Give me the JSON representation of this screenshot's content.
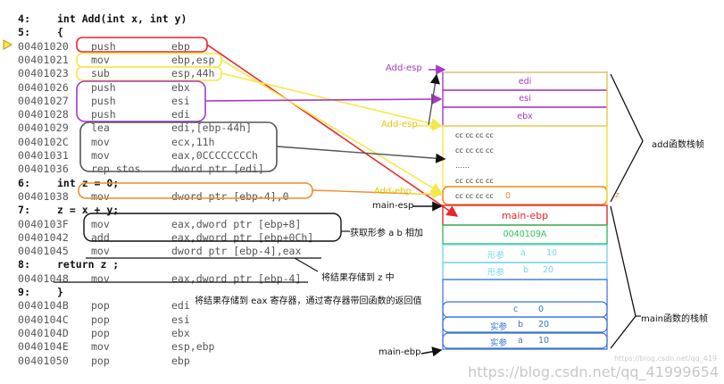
{
  "code": {
    "rows": [
      {
        "type": "src",
        "num": "4:",
        "text": "int Add(int x, int y)"
      },
      {
        "type": "src",
        "num": "5:",
        "text": "{"
      },
      {
        "type": "asm",
        "addr": "00401020",
        "mn": "push",
        "op": "ebp"
      },
      {
        "type": "asm",
        "addr": "00401021",
        "mn": "mov",
        "op": "ebp,esp"
      },
      {
        "type": "asm",
        "addr": "00401023",
        "mn": "sub",
        "op": "esp,44h"
      },
      {
        "type": "asm",
        "addr": "00401026",
        "mn": "push",
        "op": "ebx"
      },
      {
        "type": "asm",
        "addr": "00401027",
        "mn": "push",
        "op": "esi"
      },
      {
        "type": "asm",
        "addr": "00401028",
        "mn": "push",
        "op": "edi"
      },
      {
        "type": "asm",
        "addr": "00401029",
        "mn": "lea",
        "op": "edi,[ebp-44h]"
      },
      {
        "type": "asm",
        "addr": "0040102C",
        "mn": "mov",
        "op": "ecx,11h"
      },
      {
        "type": "asm",
        "addr": "00401031",
        "mn": "mov",
        "op": "eax,0CCCCCCCCh"
      },
      {
        "type": "asm",
        "addr": "00401036",
        "mn": "rep stos",
        "op": "dword ptr [edi]"
      },
      {
        "type": "src",
        "num": "6:",
        "text": "int z = 0;"
      },
      {
        "type": "asm",
        "addr": "00401038",
        "mn": "mov",
        "op": "dword ptr [ebp-4],0"
      },
      {
        "type": "src",
        "num": "7:",
        "text": "z = x + y;"
      },
      {
        "type": "asm",
        "addr": "0040103F",
        "mn": "mov",
        "op": "eax,dword ptr [ebp+8]"
      },
      {
        "type": "asm",
        "addr": "00401042",
        "mn": "add",
        "op": "eax,dword ptr [ebp+0Ch]"
      },
      {
        "type": "asm",
        "addr": "00401045",
        "mn": "mov",
        "op": "dword ptr [ebp-4],eax"
      },
      {
        "type": "src",
        "num": "8:",
        "text": "return z ;"
      },
      {
        "type": "asm",
        "addr": "00401048",
        "mn": "mov",
        "op": "eax,dword ptr [ebp-4]"
      },
      {
        "type": "src",
        "num": "9:",
        "text": "}"
      },
      {
        "type": "asm",
        "addr": "0040104B",
        "mn": "pop",
        "op": "edi"
      },
      {
        "type": "asm",
        "addr": "0040104C",
        "mn": "pop",
        "op": "esi"
      },
      {
        "type": "asm",
        "addr": "0040104D",
        "mn": "pop",
        "op": "ebx"
      },
      {
        "type": "asm",
        "addr": "0040104E",
        "mn": "mov",
        "op": "esp,ebp"
      },
      {
        "type": "asm",
        "addr": "00401050",
        "mn": "pop",
        "op": "ebp"
      }
    ]
  },
  "annotations": {
    "add_params": "获取形参 a  b  相加",
    "store_z": "将结果存储到 z 中",
    "store_eax": "将结果存储到 eax 寄存器，通过寄存器带回函数的返回值"
  },
  "labels": {
    "add_esp_top": "Add-esp",
    "add_esp_mid": "Add-esp",
    "add_ebp": "Add-ebp",
    "main_esp": "main-esp",
    "main_ebp": "main-ebp",
    "add_frame": "add函数栈帧",
    "main_frame": "main函数的栈帧",
    "z_mark": "z"
  },
  "stack": {
    "edi": "edi",
    "esi": "esi",
    "ebx": "ebx",
    "cc": [
      "cc cc cc cc",
      "cc cc cc cc",
      "……",
      "cc cc cc cc"
    ],
    "cc_last": "cc cc cc cc",
    "z_value": "0",
    "main_ebp": "main-ebp",
    "ret_addr": "0040109A",
    "param_a_label": "形参",
    "param_a_name": "a",
    "param_a_value": "10",
    "param_b_label": "形参",
    "param_b_name": "b",
    "param_b_value": "20",
    "c_name": "c",
    "c_value": "0",
    "arg_b_label": "实参",
    "arg_b_name": "b",
    "arg_b_value": "20",
    "arg_a_label": "实参",
    "arg_a_name": "a",
    "arg_a_value": "10"
  },
  "watermark": {
    "small": "https://blog.csdn.net/qq_419",
    "large": "https://blog.csdn.net/qq_41999654"
  },
  "colors": {
    "red": "#e8262b",
    "yellow": "#f5e84a",
    "purple": "#a43ac8",
    "gray": "#555555",
    "orange": "#f08a2c",
    "green": "#2ac460",
    "cyan": "#7ad4ec",
    "blue": "#3a6fd8",
    "black": "#111111"
  }
}
